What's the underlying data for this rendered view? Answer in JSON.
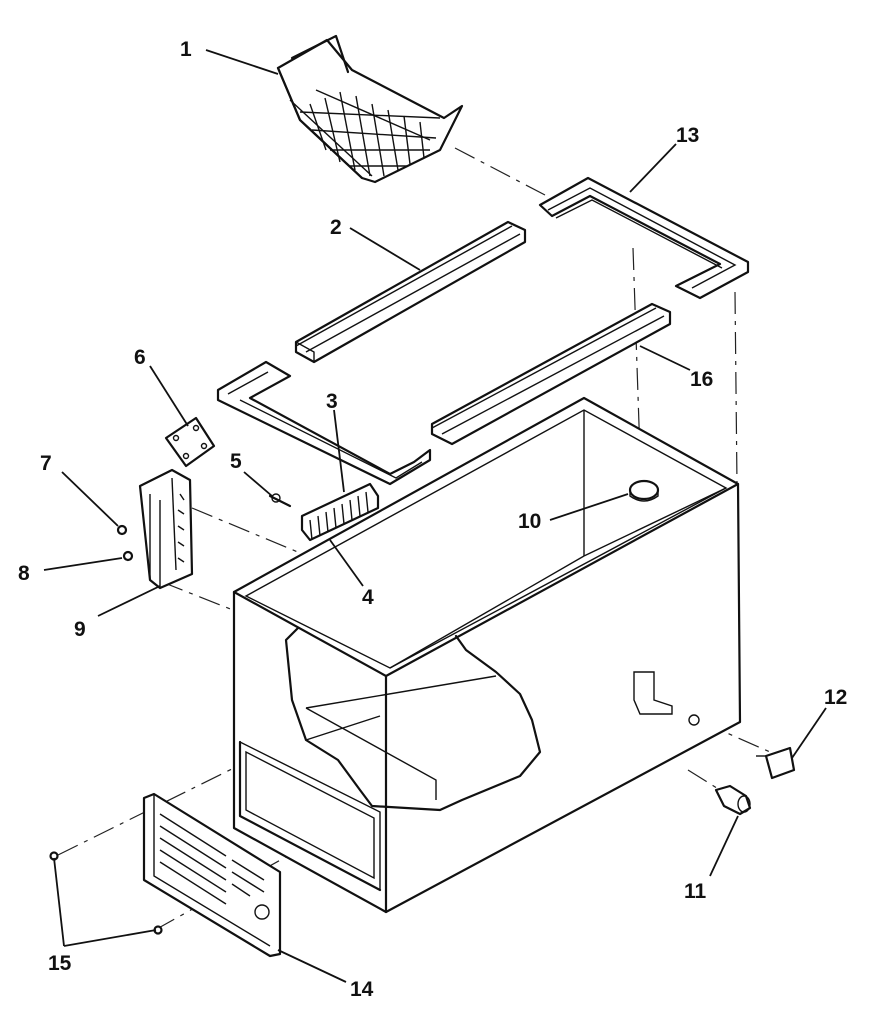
{
  "diagram": {
    "callouts": [
      {
        "id": "p1",
        "label": "1"
      },
      {
        "id": "p2",
        "label": "2"
      },
      {
        "id": "p3",
        "label": "3"
      },
      {
        "id": "p4",
        "label": "4"
      },
      {
        "id": "p5",
        "label": "5"
      },
      {
        "id": "p6",
        "label": "6"
      },
      {
        "id": "p7",
        "label": "7"
      },
      {
        "id": "p8",
        "label": "8"
      },
      {
        "id": "p9",
        "label": "9"
      },
      {
        "id": "p10",
        "label": "10"
      },
      {
        "id": "p11",
        "label": "11"
      },
      {
        "id": "p12",
        "label": "12"
      },
      {
        "id": "p13",
        "label": "13"
      },
      {
        "id": "p14",
        "label": "14"
      },
      {
        "id": "p15",
        "label": "15"
      },
      {
        "id": "p16",
        "label": "16"
      }
    ]
  }
}
